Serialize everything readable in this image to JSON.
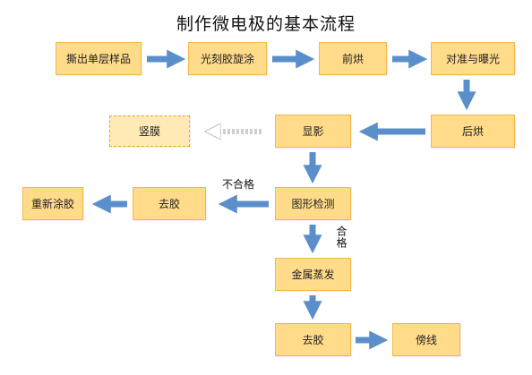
{
  "title": "制作微电极的基本流程",
  "nodes": {
    "n1": "撕出单层样品",
    "n2": "光刻胶旋涂",
    "n3": "前烘",
    "n4": "对准与曝光",
    "n5": "后烘",
    "n6": "显影",
    "n7": "竖膜",
    "n8": "图形检测",
    "n9": "去胶",
    "n10": "重新涂胶",
    "n11": "金属蒸发",
    "n12": "去胶",
    "n13": "傍线"
  },
  "labels": {
    "fail": "不合格",
    "pass": "合格"
  },
  "colors": {
    "box_fill": "#ffdb8a",
    "box_border": "#f2b84b",
    "arrow": "#5b8fc9"
  }
}
